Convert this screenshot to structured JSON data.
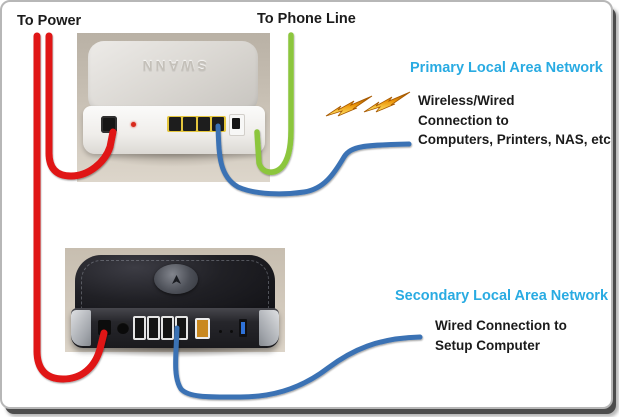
{
  "annotations": {
    "to_power": "To Power",
    "to_phone_line": "To Phone Line"
  },
  "primary_network": {
    "heading": "Primary Local Area Network",
    "heading_color": "#29abe2",
    "lines": [
      "Wireless/Wired",
      "Connection to",
      "Computers, Printers, NAS, etc"
    ]
  },
  "secondary_network": {
    "heading": "Secondary Local Area Network",
    "heading_color": "#29abe2",
    "lines": [
      "Wired Connection to",
      "Setup Computer"
    ]
  },
  "cables": {
    "power_cable_color": "#e01212",
    "phone_cable_color": "#8cc63e",
    "lan_cable_color": "#3a72b4"
  },
  "icons": {
    "wireless_bolts": "double-lightning-bolt-icon",
    "bolt_gradient": [
      "#8a4500",
      "#eb9509",
      "#ffe66b"
    ]
  },
  "devices": {
    "primary_router": {
      "embossed_logo": "SWANN",
      "view": "white ADSL modem router, rear view",
      "ports": [
        "power jack (red cable)",
        "red status LED",
        "4 LAN ports in yellow block (blue cable in last port)",
        "phone/DSL port (green cable)"
      ]
    },
    "secondary_router": {
      "view": "black wireless router, rear view",
      "ports": [
        "power jack (red cable)",
        "round button",
        "4 LAN ports with white bezels (blue cable in last port)",
        "orange WAN port",
        "blue USB port"
      ]
    }
  }
}
